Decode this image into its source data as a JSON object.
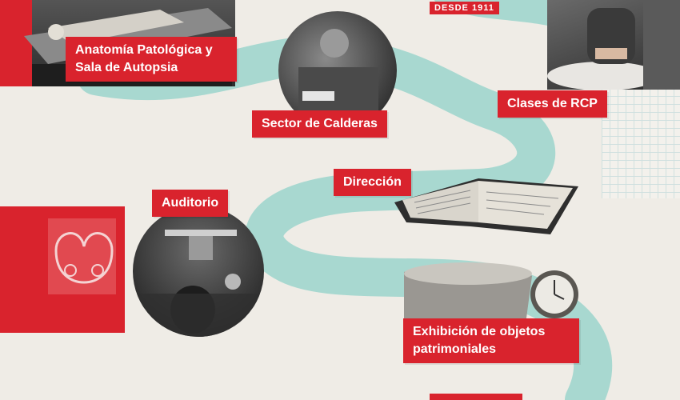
{
  "badge": "DESDE 1911",
  "colors": {
    "accent_red": "#d9232d",
    "path_teal": "#a8d8d0",
    "background": "#efece6"
  },
  "labels": {
    "anatomia": "Anatomía  Patológica y Sala de Autopsia",
    "calderas": "Sector de Calderas",
    "rcp": "Clases de RCP",
    "direccion": "Dirección",
    "auditorio": "Auditorio",
    "exhibicion": "Exhibición de objetos patrimoniales"
  }
}
